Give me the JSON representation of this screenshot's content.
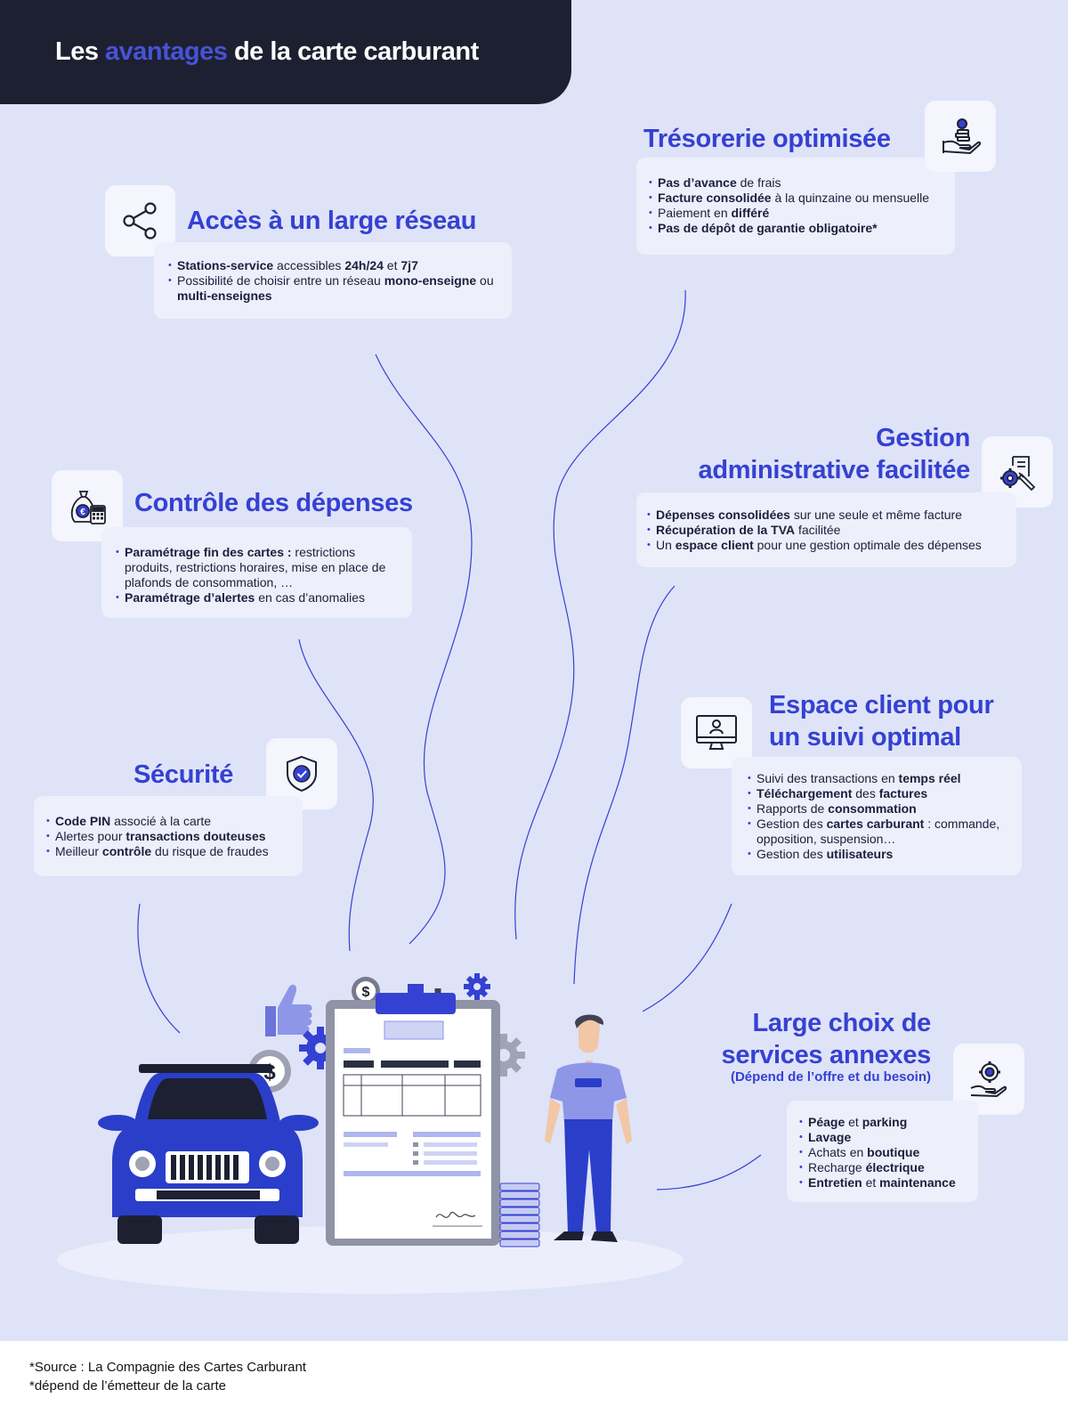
{
  "header": {
    "title_before": "Les ",
    "title_accent": "avantages",
    "title_after": " de la carte carburant"
  },
  "sections": {
    "reseau": {
      "title": "Accès à un large réseau",
      "icon": "share-icon",
      "items": [
        {
          "parts": [
            {
              "t": "Stations-service",
              "b": true
            },
            {
              "t": " accessibles "
            },
            {
              "t": "24h/24",
              "b": true
            },
            {
              "t": " et "
            },
            {
              "t": "7j7",
              "b": true
            }
          ]
        },
        {
          "parts": [
            {
              "t": "Possibilité de choisir entre un réseau "
            },
            {
              "t": "mono-enseigne",
              "b": true
            },
            {
              "t": " ou "
            },
            {
              "t": "multi-enseignes",
              "b": true
            }
          ]
        }
      ]
    },
    "tresorerie": {
      "title": "Trésorerie optimisée",
      "icon": "coin-hand-icon",
      "items": [
        {
          "parts": [
            {
              "t": "Pas d’avance",
              "b": true
            },
            {
              "t": " de frais"
            }
          ]
        },
        {
          "parts": [
            {
              "t": "Facture consolidée",
              "b": true
            },
            {
              "t": " à la quinzaine ou mensuelle"
            }
          ]
        },
        {
          "parts": [
            {
              "t": "Paiement en "
            },
            {
              "t": "différé",
              "b": true
            }
          ]
        },
        {
          "parts": [
            {
              "t": "Pas de dépôt de garantie obligatoire*",
              "b": true
            }
          ]
        }
      ]
    },
    "controle": {
      "title": "Contrôle des dépenses",
      "icon": "money-bag-calculator-icon",
      "items": [
        {
          "parts": [
            {
              "t": "Paramétrage fin des cartes :",
              "b": true
            },
            {
              "t": " restrictions produits, restrictions horaires, mise en place de plafonds de consommation, …"
            }
          ]
        },
        {
          "parts": [
            {
              "t": "Paramétrage d’alertes",
              "b": true
            },
            {
              "t": " en cas d’anomalies"
            }
          ]
        }
      ]
    },
    "gestion": {
      "title_line1": "Gestion",
      "title_line2": "administrative facilitée",
      "icon": "document-gear-icon",
      "items": [
        {
          "parts": [
            {
              "t": "Dépenses consolidées",
              "b": true
            },
            {
              "t": " sur une seule et même facture"
            }
          ]
        },
        {
          "parts": [
            {
              "t": "Récupération de la TVA",
              "b": true
            },
            {
              "t": " facilitée"
            }
          ]
        },
        {
          "parts": [
            {
              "t": "Un "
            },
            {
              "t": "espace client",
              "b": true
            },
            {
              "t": " pour une gestion optimale des dépenses"
            }
          ]
        }
      ]
    },
    "securite": {
      "title": "Sécurité",
      "icon": "shield-check-icon",
      "items": [
        {
          "parts": [
            {
              "t": "Code PIN",
              "b": true
            },
            {
              "t": " associé à la carte"
            }
          ]
        },
        {
          "parts": [
            {
              "t": "Alertes pour "
            },
            {
              "t": "transactions douteuses",
              "b": true
            }
          ]
        },
        {
          "parts": [
            {
              "t": "Meilleur "
            },
            {
              "t": "contrôle",
              "b": true
            },
            {
              "t": " du risque de fraudes"
            }
          ]
        }
      ]
    },
    "espace": {
      "title_line1": "Espace client pour",
      "title_line2": "un suivi optimal",
      "icon": "monitor-user-icon",
      "items": [
        {
          "parts": [
            {
              "t": "Suivi des transactions en "
            },
            {
              "t": "temps réel",
              "b": true
            }
          ]
        },
        {
          "parts": [
            {
              "t": "Téléchargement",
              "b": true
            },
            {
              "t": " des "
            },
            {
              "t": "factures",
              "b": true
            }
          ]
        },
        {
          "parts": [
            {
              "t": "Rapports  de "
            },
            {
              "t": "consommation",
              "b": true
            }
          ]
        },
        {
          "parts": [
            {
              "t": "Gestion des "
            },
            {
              "t": "cartes carburant",
              "b": true
            },
            {
              "t": " : commande, opposition, suspension…"
            }
          ]
        },
        {
          "parts": [
            {
              "t": "Gestion des "
            },
            {
              "t": "utilisateurs",
              "b": true
            }
          ]
        }
      ]
    },
    "services": {
      "title_line1": "Large choix de",
      "title_line2": "services annexes",
      "subtitle": "(Dépend de l’offre et du besoin)",
      "icon": "gear-hand-icon",
      "items": [
        {
          "parts": [
            {
              "t": "Péage",
              "b": true
            },
            {
              "t": " et "
            },
            {
              "t": "parking",
              "b": true
            }
          ]
        },
        {
          "parts": [
            {
              "t": "Lavage",
              "b": true
            }
          ]
        },
        {
          "parts": [
            {
              "t": "Achats en "
            },
            {
              "t": "boutique",
              "b": true
            }
          ]
        },
        {
          "parts": [
            {
              "t": "Recharge "
            },
            {
              "t": "électrique",
              "b": true
            }
          ]
        },
        {
          "parts": [
            {
              "t": "Entretien",
              "b": true
            },
            {
              "t": " et "
            },
            {
              "t": "maintenance",
              "b": true
            }
          ]
        }
      ]
    }
  },
  "footer": {
    "source": "*Source : La Compagnie des Cartes Carburant",
    "note": "*dépend de l’émetteur de la carte"
  },
  "colors": {
    "background": "#dfe3f8",
    "accent": "#3541d2",
    "header": "#1d2030",
    "box": "#edeffb",
    "car": "#2a3ec9"
  }
}
